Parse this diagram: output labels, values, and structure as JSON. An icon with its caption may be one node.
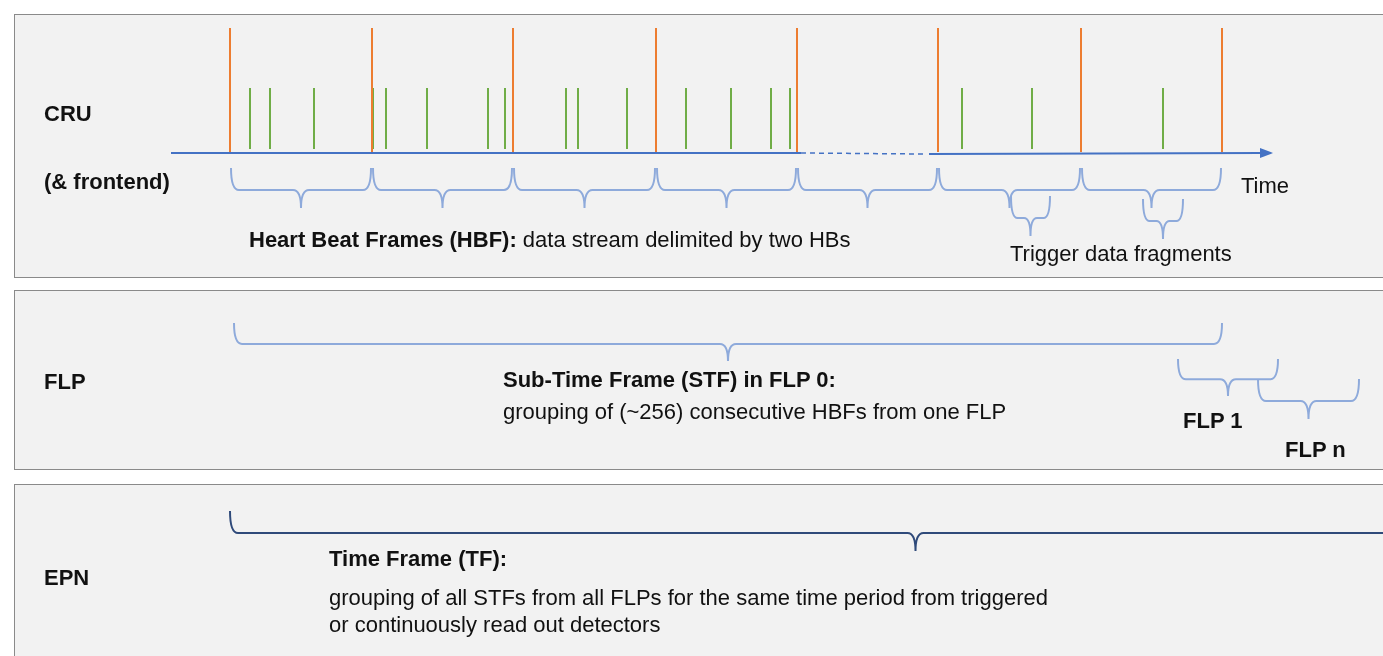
{
  "diagram": {
    "nodes": [
      {
        "text": [
          "CRU",
          "(& frontend)",
          "**Heart Beat Frames (HBF):** data stream delimited by two HBs",
          "Trigger data fragments",
          "Time"
        ]
      },
      {
        "text": [
          "FLP",
          "Sub-Time Frame (STF) in FLP 0:",
          "grouping of (~256) consecutive HBFs from one FLP",
          "FLP 1",
          "FLP n"
        ]
      },
      {
        "text": [
          "EPN",
          "Time Frame (TF):",
          "grouping of all STFs from all FLPs for the same time period from triggered or continuously read out detectors"
        ]
      }
    ],
    "edges": []
  }
}
